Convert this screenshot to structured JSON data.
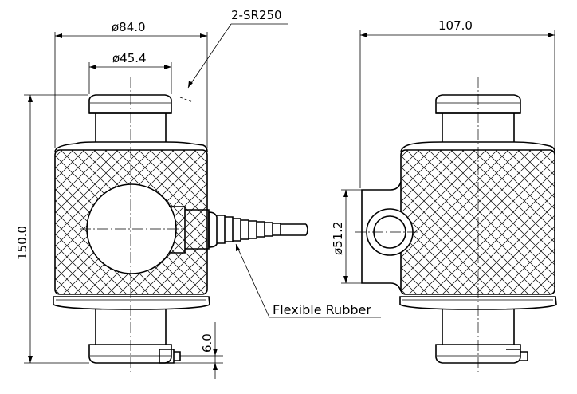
{
  "dimensions": {
    "front_outer_diameter": "ø84.0",
    "front_top_diameter": "ø45.4",
    "spherical_radius": "2-SR250",
    "overall_height": "150.0",
    "base_offset": "6.0",
    "side_width": "107.0",
    "side_boss_diameter": "ø51.2"
  },
  "labels": {
    "cable_callout": "Flexible Rubber"
  },
  "colors": {
    "line": "#000000",
    "background": "#ffffff"
  }
}
